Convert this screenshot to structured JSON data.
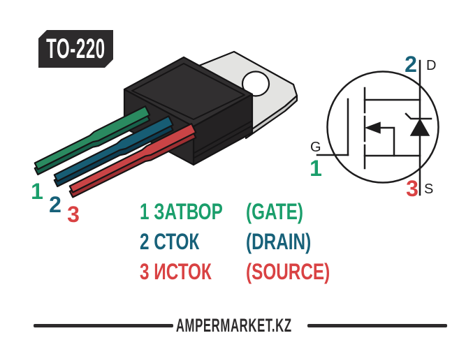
{
  "badge": {
    "label": "TO-220"
  },
  "pins": [
    {
      "number": "1",
      "name_ru": "ЗАТВОР",
      "name_en": "(GATE)",
      "symbol_letter": "G",
      "color": "#1a9e6b"
    },
    {
      "number": "2",
      "name_ru": "СТОК",
      "name_en": "(DRAIN)",
      "symbol_letter": "D",
      "color": "#176179"
    },
    {
      "number": "3",
      "name_ru": "ИСТОК",
      "name_en": "(SOURCE)",
      "symbol_letter": "S",
      "color": "#d94243"
    }
  ],
  "footer": {
    "brand": "AMPERMARKET.KZ"
  },
  "colors": {
    "dark": "#2d2b2c",
    "green": "#1a9e6b",
    "teal": "#176179",
    "red": "#d94243",
    "tab-gray": "#e3e3e1",
    "tab-gray-edge": "#c9c9c7",
    "body-top": "#312f30",
    "body-front": "#2a2829",
    "body-right": "#242223",
    "leg-green-top": "#2a8a60",
    "leg-green-side": "#17614a",
    "leg-teal-top": "#175d74",
    "leg-teal-side": "#0d3e53",
    "leg-red-top": "#ca4446",
    "leg-red-side": "#9e2f32"
  }
}
